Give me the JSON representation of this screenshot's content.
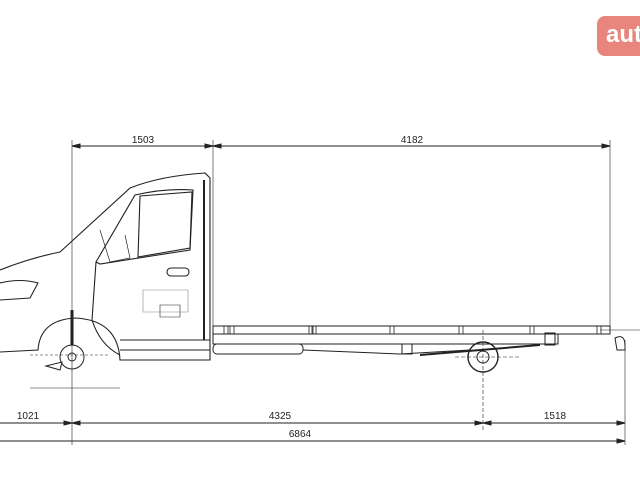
{
  "logo": {
    "text": "aut",
    "color": "#e8867d"
  },
  "dimensions": {
    "cab_length": "1503",
    "body_length": "4182",
    "front_overhang": "1021",
    "wheelbase": "4325",
    "rear_overhang": "1518",
    "overall_length": "6864"
  }
}
